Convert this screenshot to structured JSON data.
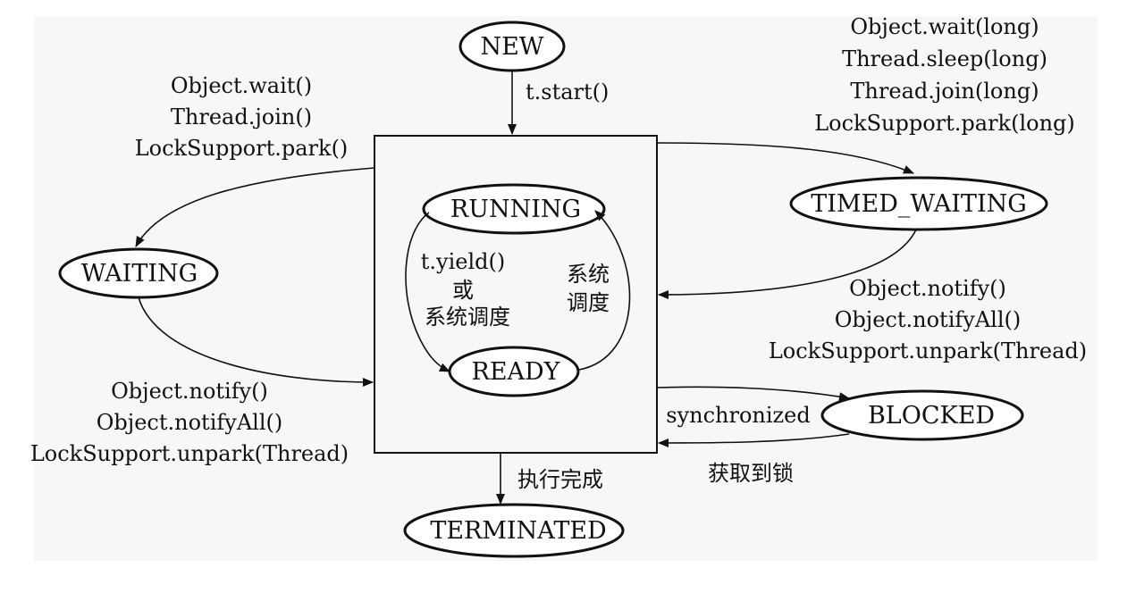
{
  "nodes": {
    "new": "NEW",
    "running": "RUNNING",
    "ready": "READY",
    "waiting": "WAITING",
    "timed_waiting": "TIMED_WAITING",
    "blocked": "BLOCKED",
    "terminated": "TERMINATED"
  },
  "edges": {
    "start": "t.start()",
    "to_waiting": [
      "Object.wait()",
      "Thread.join()",
      "LockSupport.park()"
    ],
    "from_waiting": [
      "Object.notify()",
      "Object.notifyAll()",
      "LockSupport.unpark(Thread)"
    ],
    "to_timed_waiting": [
      "Object.wait(long)",
      "Thread.sleep(long)",
      "Thread.join(long)",
      "LockSupport.park(long)"
    ],
    "from_timed_waiting": [
      "Object.notify()",
      "Object.notifyAll()",
      "LockSupport.unpark(Thread)"
    ],
    "running_to_ready": [
      "t.yield()",
      "或",
      "系统调度"
    ],
    "ready_to_running": [
      "系统",
      "调度"
    ],
    "to_blocked": "synchronized",
    "from_blocked": "获取到锁",
    "to_terminated": "执行完成"
  }
}
